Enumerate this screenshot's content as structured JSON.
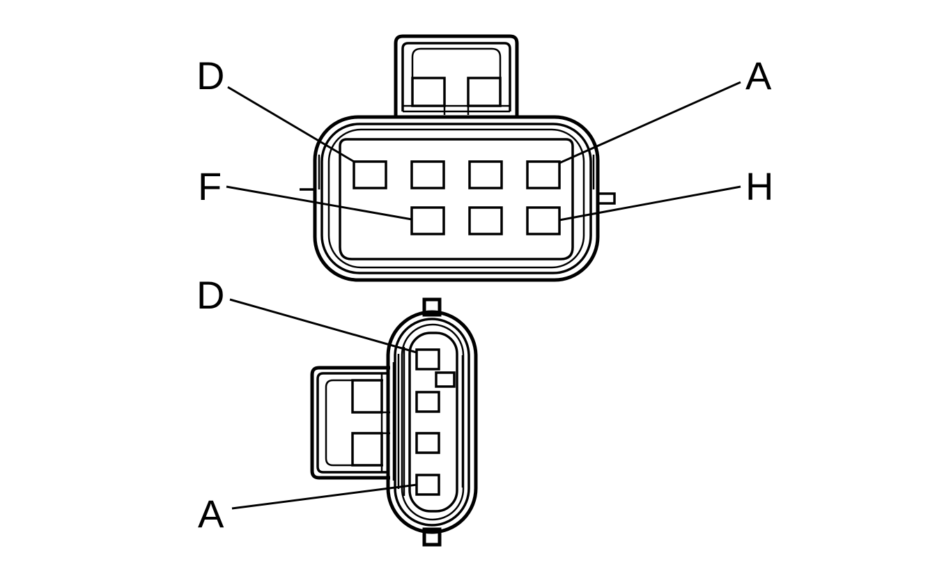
{
  "connectors": [
    {
      "id": "connector-8-way",
      "labels": {
        "top_left": "D",
        "top_right": "A",
        "bottom_left": "F",
        "bottom_right": "H"
      }
    },
    {
      "id": "connector-4-way",
      "labels": {
        "top": "D",
        "bottom": "A"
      }
    }
  ],
  "colors": {
    "line": "#000000",
    "background": "#ffffff"
  }
}
